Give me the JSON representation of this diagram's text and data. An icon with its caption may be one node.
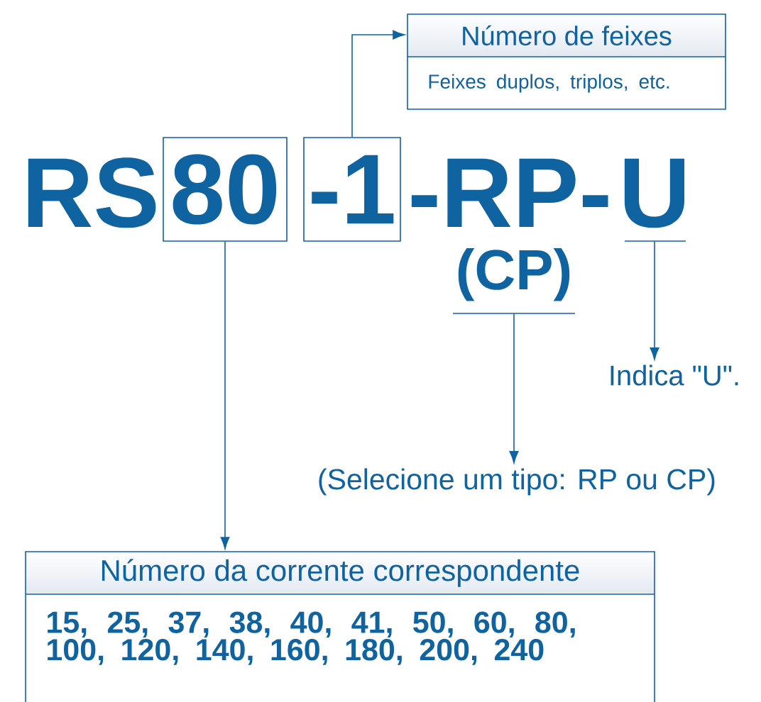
{
  "diagram": {
    "nodes": [
      {
        "text": [
          "80"
        ]
      },
      {
        "text": [
          "-1"
        ]
      },
      {
        "text": [
          "U"
        ]
      },
      {
        "text": [
          "(CP)"
        ]
      },
      {
        "text": [
          "Número de feixes",
          "Feixes duplos, triplos, etc."
        ]
      },
      {
        "text": [
          "Indica \"U\"."
        ]
      },
      {
        "text": [
          "(Selecione um tipo: RP ou CP)"
        ]
      },
      {
        "text": [
          "Número da corrente correspondente",
          "15, 25, 37, 38, 40, 41, 50, 60, 80, 100, 120, 140, 160, 180, 200, 240"
        ]
      }
    ],
    "edges": [
      {
        "from": 1,
        "to": 4,
        "arrow": "to"
      },
      {
        "from": 2,
        "to": 5,
        "arrow": "to"
      },
      {
        "from": 3,
        "to": 6,
        "arrow": "to"
      },
      {
        "from": 0,
        "to": 7,
        "arrow": "to"
      }
    ],
    "labels": [
      "RS",
      "-RP-"
    ]
  }
}
